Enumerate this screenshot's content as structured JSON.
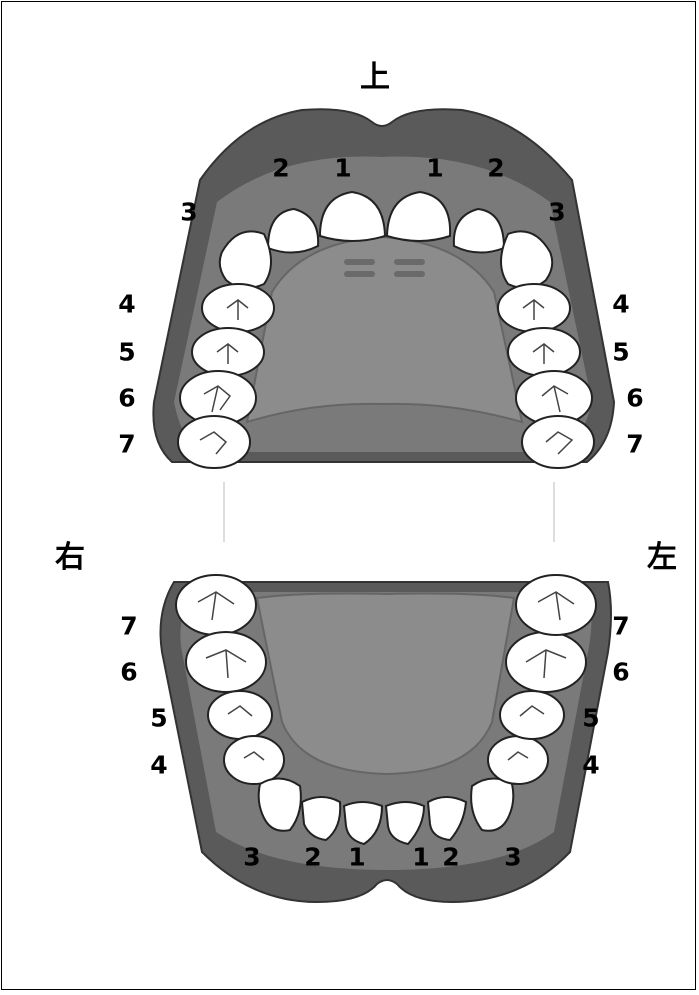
{
  "directions": {
    "upper": "上",
    "right": "右",
    "left": "左"
  },
  "upper_jaw": {
    "right_numbers": [
      "1",
      "2",
      "3",
      "4",
      "5",
      "6",
      "7"
    ],
    "left_numbers": [
      "1",
      "2",
      "3",
      "4",
      "5",
      "6",
      "7"
    ]
  },
  "lower_jaw": {
    "right_numbers": [
      "1",
      "2",
      "3",
      "4",
      "5",
      "6",
      "7"
    ],
    "left_numbers": [
      "1",
      "2",
      "3",
      "4",
      "5",
      "6",
      "7"
    ]
  },
  "colors": {
    "gum_dark": "#5a5a5a",
    "gum_mid": "#808080",
    "palate": "#8c8c8c",
    "tooth": "#ffffff",
    "outline": "#222222"
  }
}
